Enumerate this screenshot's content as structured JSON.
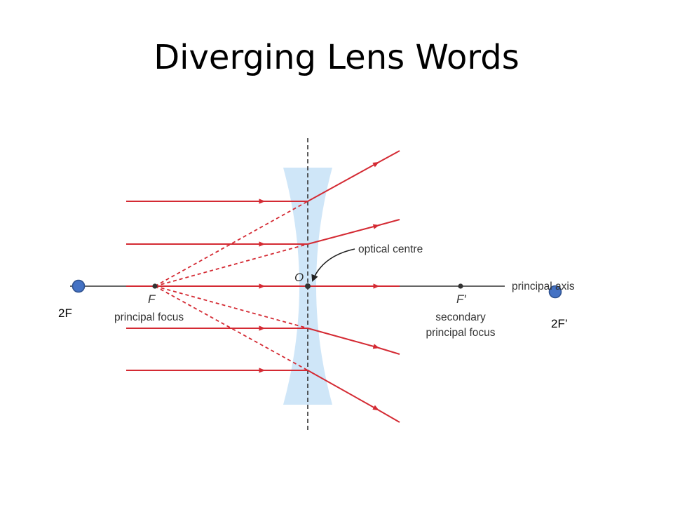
{
  "title": "Diverging Lens Words",
  "labels": {
    "optical_centre": "optical centre",
    "o": "O",
    "principal_axis": "principal axis",
    "f": "F",
    "principal_focus": "principal focus",
    "f_prime": "F′",
    "secondary_line1": "secondary",
    "secondary_line2": "principal focus",
    "two_f": "2F",
    "two_f_prime": "2F’"
  },
  "colors": {
    "ray": "#d42a33",
    "lens_fill": "#cfe6f8",
    "axis": "#333333",
    "marker": "#4472c4",
    "marker_stroke": "#2f528f"
  }
}
